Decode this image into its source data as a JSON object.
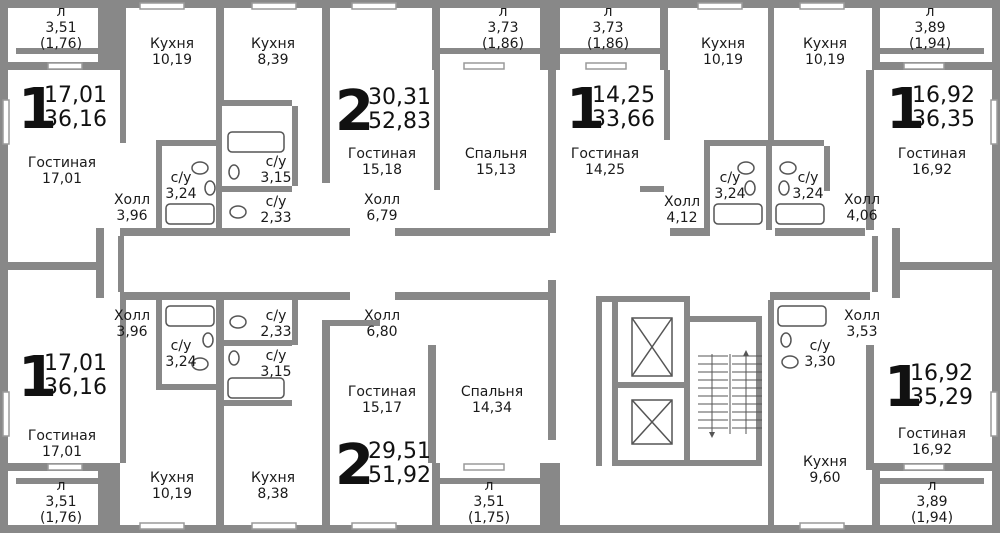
{
  "apartments": [
    {
      "id": "top-left",
      "rooms": "1",
      "area_living": "17,01",
      "area_total": "36,16"
    },
    {
      "id": "top-center",
      "rooms": "2",
      "area_living": "30,31",
      "area_total": "52,83"
    },
    {
      "id": "top-mid-right",
      "rooms": "1",
      "area_living": "14,25",
      "area_total": "33,66"
    },
    {
      "id": "top-right",
      "rooms": "1",
      "area_living": "16,92",
      "area_total": "36,35"
    },
    {
      "id": "bottom-left",
      "rooms": "1",
      "area_living": "17,01",
      "area_total": "36,16"
    },
    {
      "id": "bottom-center",
      "rooms": "2",
      "area_living": "29,51",
      "area_total": "51,92"
    },
    {
      "id": "bottom-right",
      "rooms": "1",
      "area_living": "16,92",
      "area_total": "35,29"
    }
  ],
  "rooms": [
    {
      "id": "balcony-tl",
      "name": "л",
      "area": "3,51",
      "extra": "(1,76)"
    },
    {
      "id": "kitchen-t1",
      "name": "Кухня",
      "area": "10,19"
    },
    {
      "id": "kitchen-t2",
      "name": "Кухня",
      "area": "8,39"
    },
    {
      "id": "balcony-t3",
      "name": "л",
      "area": "3,73",
      "extra": "(1,86)"
    },
    {
      "id": "balcony-t4",
      "name": "л",
      "area": "3,73",
      "extra": "(1,86)"
    },
    {
      "id": "kitchen-t3",
      "name": "Кухня",
      "area": "10,19"
    },
    {
      "id": "kitchen-t4",
      "name": "Кухня",
      "area": "10,19"
    },
    {
      "id": "balcony-tr",
      "name": "л",
      "area": "3,89",
      "extra": "(1,94)"
    },
    {
      "id": "living-tl",
      "name": "Гостиная",
      "area": "17,01"
    },
    {
      "id": "bath-t1",
      "name": "с/у",
      "area": "3,15"
    },
    {
      "id": "living-tc",
      "name": "Гостиная",
      "area": "15,18"
    },
    {
      "id": "bedroom-tc",
      "name": "Спальня",
      "area": "15,13"
    },
    {
      "id": "living-tmr",
      "name": "Гостиная",
      "area": "14,25"
    },
    {
      "id": "bath-t2",
      "name": "с/у",
      "area": "3,24"
    },
    {
      "id": "bath-t3",
      "name": "с/у",
      "area": "3,24"
    },
    {
      "id": "living-tr",
      "name": "Гостиная",
      "area": "16,92"
    },
    {
      "id": "hall-tl",
      "name": "Холл",
      "area": "3,96"
    },
    {
      "id": "bath-t4",
      "name": "с/у",
      "area": "3,24"
    },
    {
      "id": "bath-t5",
      "name": "с/у",
      "area": "2,33"
    },
    {
      "id": "hall-tc",
      "name": "Холл",
      "area": "6,79"
    },
    {
      "id": "hall-tmr",
      "name": "Холл",
      "area": "4,12"
    },
    {
      "id": "hall-tr",
      "name": "Холл",
      "area": "4,06"
    },
    {
      "id": "hall-bl",
      "name": "Холл",
      "area": "3,96"
    },
    {
      "id": "bath-b1",
      "name": "с/у",
      "area": "2,33"
    },
    {
      "id": "hall-bc",
      "name": "Холл",
      "area": "6,80"
    },
    {
      "id": "hall-br",
      "name": "Холл",
      "area": "3,53"
    },
    {
      "id": "bath-b2",
      "name": "с/у",
      "area": "3,24"
    },
    {
      "id": "bath-b3",
      "name": "с/у",
      "area": "3,15"
    },
    {
      "id": "bath-b4",
      "name": "с/у",
      "area": "3,30"
    },
    {
      "id": "living-bc",
      "name": "Гостиная",
      "area": "15,17"
    },
    {
      "id": "bedroom-bc",
      "name": "Спальня",
      "area": "14,34"
    },
    {
      "id": "living-bl",
      "name": "Гостиная",
      "area": "17,01"
    },
    {
      "id": "living-br",
      "name": "Гостиная",
      "area": "16,92"
    },
    {
      "id": "kitchen-br",
      "name": "Кухня",
      "area": "9,60"
    },
    {
      "id": "kitchen-b1",
      "name": "Кухня",
      "area": "10,19"
    },
    {
      "id": "kitchen-b2",
      "name": "Кухня",
      "area": "8,38"
    },
    {
      "id": "balcony-bl",
      "name": "л",
      "area": "3,51",
      "extra": "(1,76)"
    },
    {
      "id": "balcony-bc",
      "name": "л",
      "area": "3,51",
      "extra": "(1,75)"
    },
    {
      "id": "balcony-br",
      "name": "л",
      "area": "3,89",
      "extra": "(1,94)"
    }
  ],
  "colors": {
    "wall": "#888888",
    "wall_light": "#b8b8b8",
    "fixture": "#555555",
    "text": "#1a1a1a"
  }
}
